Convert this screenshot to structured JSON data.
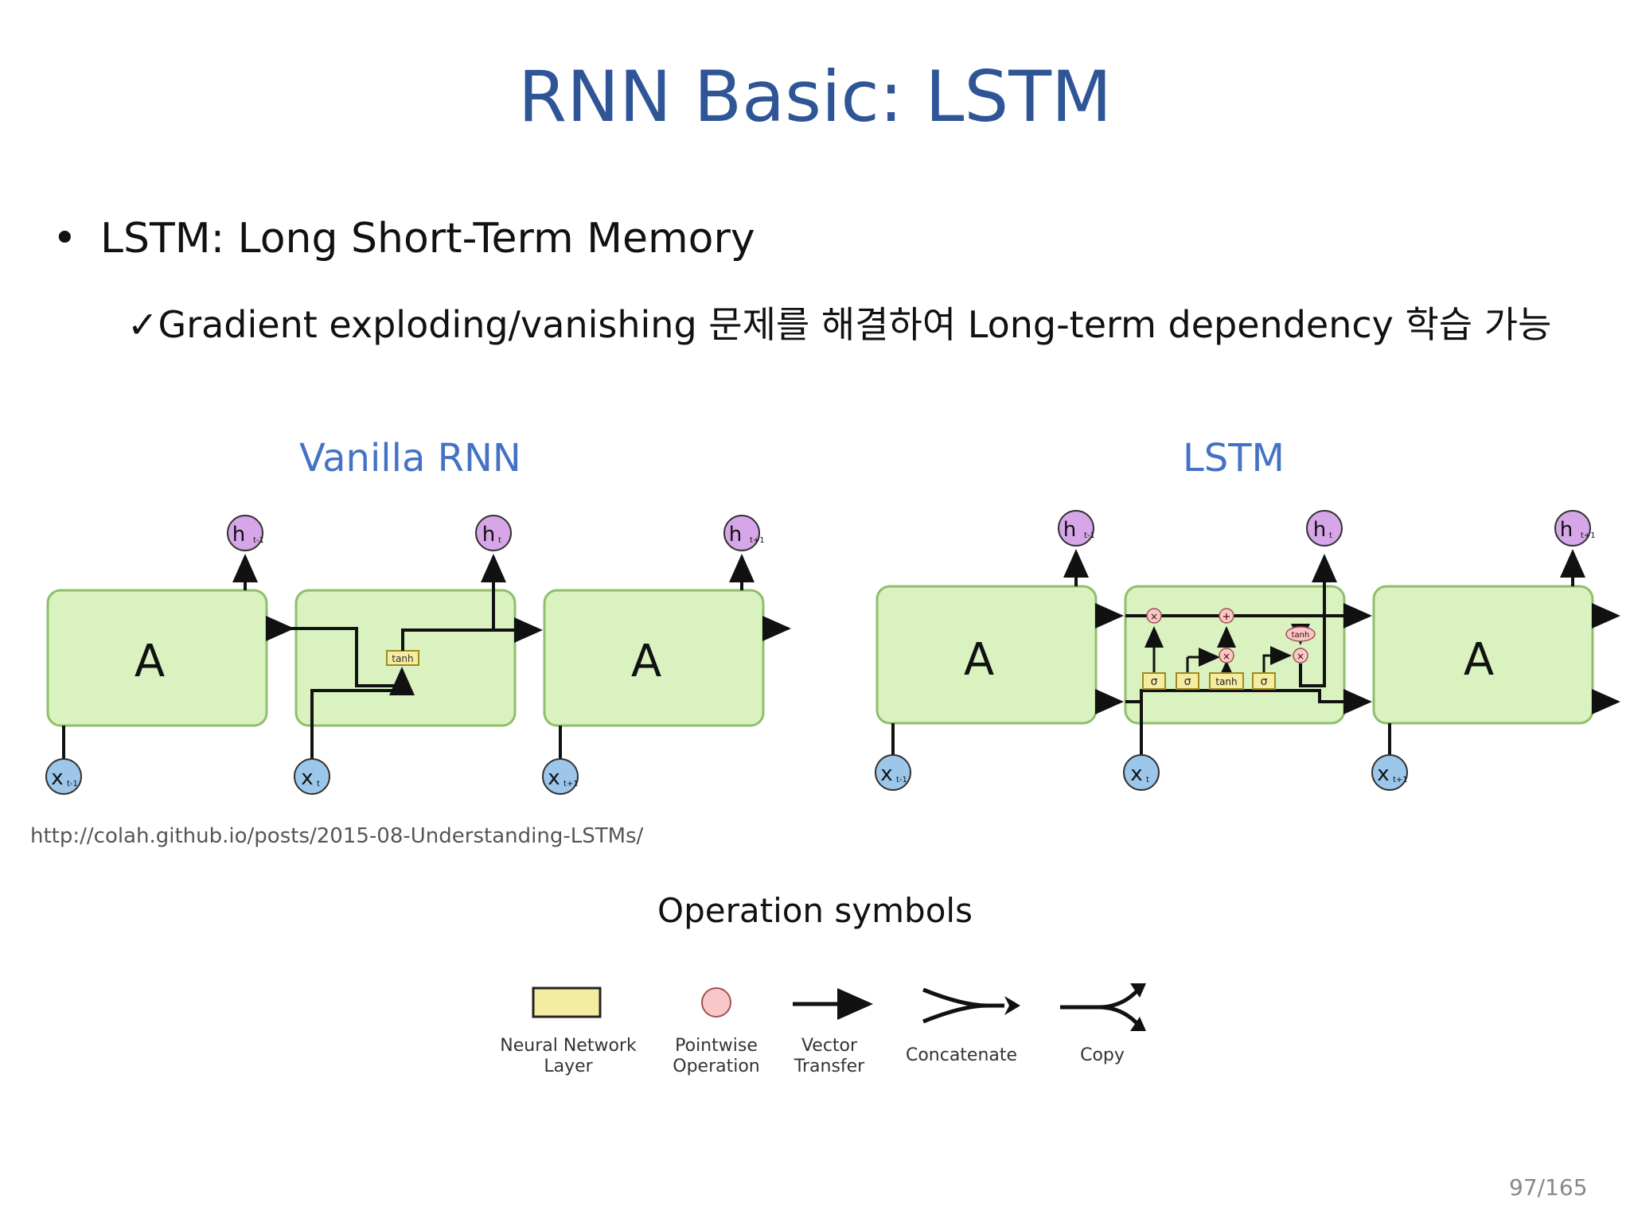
{
  "slide": {
    "title": "RNN Basic: LSTM",
    "bullet": "LSTM: Long Short-Term Memory",
    "sub_bullet": "Gradient exploding/vanishing 문제를 해결하여 Long-term dependency 학습 가능",
    "credit": "http://colah.github.io/posts/2015-08-Understanding-LSTMs/",
    "page_number": "97/165"
  },
  "diagrams": {
    "vanilla": {
      "title": "Vanilla RNN",
      "cell_label": "A",
      "layer_label": "tanh",
      "outputs": [
        "t-1",
        "t",
        "t+1"
      ],
      "inputs": [
        "t-1",
        "t",
        "t+1"
      ]
    },
    "lstm": {
      "title": "LSTM",
      "cell_label": "A",
      "gates": [
        "σ",
        "σ",
        "tanh",
        "σ"
      ],
      "pointwise_ops": [
        "×",
        "+",
        "×",
        "×"
      ],
      "pointwise_tanh": "tanh",
      "outputs": [
        "t-1",
        "t",
        "t+1"
      ],
      "inputs": [
        "t-1",
        "t",
        "t+1"
      ]
    }
  },
  "legend": {
    "title": "Operation symbols",
    "items": [
      {
        "line1": "Neural Network",
        "line2": "Layer"
      },
      {
        "line1": "Pointwise",
        "line2": "Operation"
      },
      {
        "line1": "Vector",
        "line2": "Transfer"
      },
      {
        "line1": "Concatenate",
        "line2": ""
      },
      {
        "line1": "Copy",
        "line2": ""
      }
    ]
  },
  "colors": {
    "title": "#2f5597",
    "heading": "#4472c4",
    "cell_fill": "#d9f2c0",
    "cell_stroke": "#8fbf6a",
    "h_node": "#d7a6e8",
    "x_node": "#9cc7ea",
    "layer": "#f4eca0",
    "pointwise": "#f8c8c8"
  }
}
